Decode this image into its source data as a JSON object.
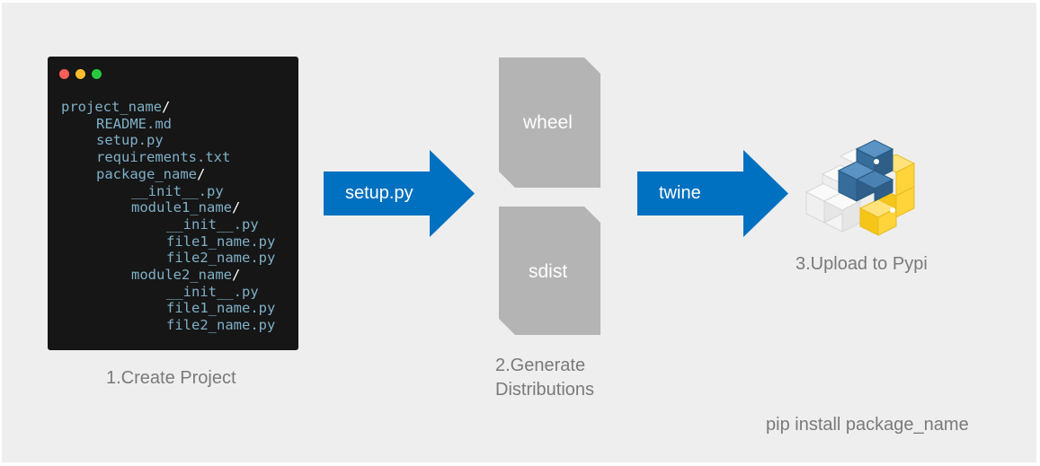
{
  "project": {
    "tree": [
      {
        "name": "project_name",
        "depth": 0,
        "dir": true
      },
      {
        "name": "README.md",
        "depth": 1,
        "dir": false
      },
      {
        "name": "setup.py",
        "depth": 1,
        "dir": false
      },
      {
        "name": "requirements.txt",
        "depth": 1,
        "dir": false
      },
      {
        "name": "package_name",
        "depth": 1,
        "dir": true
      },
      {
        "name": "__init__.py",
        "depth": 2,
        "dir": false
      },
      {
        "name": "module1_name",
        "depth": 2,
        "dir": true
      },
      {
        "name": "__init__.py",
        "depth": 3,
        "dir": false
      },
      {
        "name": "file1_name.py",
        "depth": 3,
        "dir": false
      },
      {
        "name": "file2_name.py",
        "depth": 3,
        "dir": false
      },
      {
        "name": "module2_name",
        "depth": 2,
        "dir": true
      },
      {
        "name": "__init__.py",
        "depth": 3,
        "dir": false
      },
      {
        "name": "file1_name.py",
        "depth": 3,
        "dir": false
      },
      {
        "name": "file2_name.py",
        "depth": 3,
        "dir": false
      }
    ],
    "caption": "1.Create Project"
  },
  "arrow_setup": {
    "label": "setup.py"
  },
  "distributions": {
    "wheel_label": "wheel",
    "sdist_label": "sdist",
    "caption_line1": "2.Generate",
    "caption_line2": "Distributions"
  },
  "arrow_twine": {
    "label": "twine"
  },
  "upload": {
    "caption": "3.Upload to Pypi"
  },
  "install_command": "pip install package_name",
  "colors": {
    "background": "#eeeeee",
    "terminal": "#161616",
    "tree_text": "#7fb0c8",
    "arrow": "#0070c0",
    "document": "#b4b4b4",
    "caption": "#7a7a7a",
    "python_blue": "#366d9b",
    "python_yellow": "#ffd43b"
  },
  "icons": [
    "window-controls-icon",
    "python-package-cubes-icon"
  ]
}
